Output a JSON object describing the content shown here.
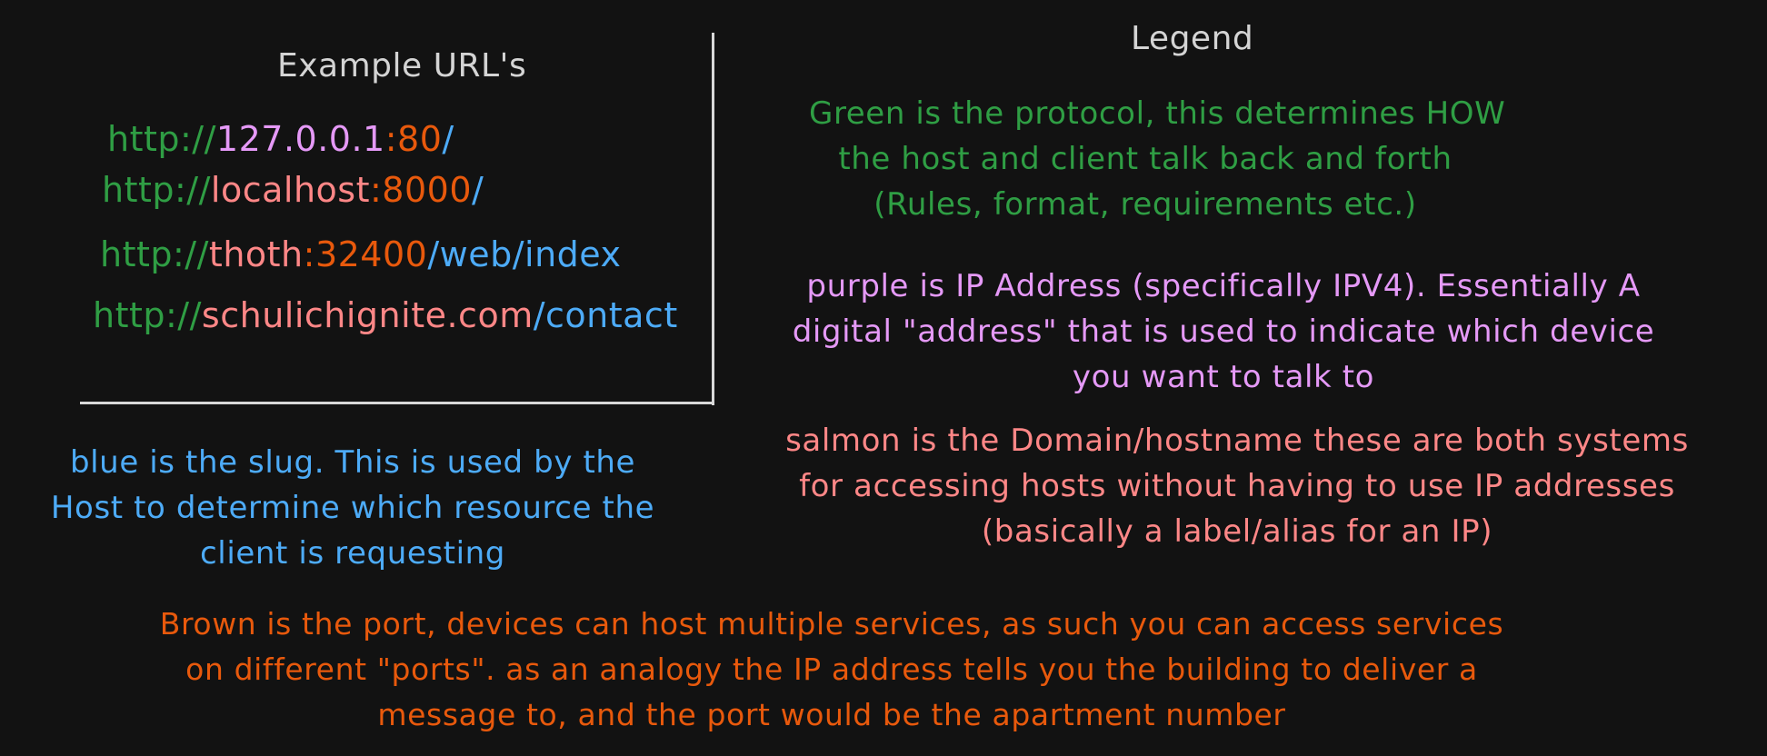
{
  "colors": {
    "background": "#121212",
    "frame": "#d8d8d8",
    "title": "#d4d4d4",
    "protocol": "#2f9e44",
    "ip": "#e599f7",
    "host": "#ff8787",
    "port": "#e8590c",
    "slug": "#4dabf7"
  },
  "urls_box": {
    "title": "Example URL's",
    "urls": [
      {
        "protocol": "http://",
        "host": "127.0.0.1",
        "host_kind": "ip",
        "port": ":80",
        "slug": "/"
      },
      {
        "protocol": "http://",
        "host": "localhost",
        "host_kind": "domain",
        "port": ":8000",
        "slug": "/"
      },
      {
        "protocol": "http://",
        "host": "thoth",
        "host_kind": "domain",
        "port": ":32400",
        "slug": "/web/index"
      },
      {
        "protocol": "http://",
        "host": "schulichignite.com",
        "host_kind": "domain",
        "port": "",
        "slug": "/contact"
      }
    ]
  },
  "legend": {
    "title": "Legend",
    "protocol_lines": [
      "Green is the protocol, this determines HOW",
      "the host and client talk back and forth",
      "(Rules, format, requirements etc.)"
    ],
    "ip_lines": [
      "purple is IP Address (specifically IPV4). Essentially A",
      "digital \"address\" that is used to indicate which device",
      "you want to talk to"
    ],
    "domain_lines": [
      "salmon is the Domain/hostname these are both systems",
      "for accessing hosts without having to use IP addresses",
      "(basically a label/alias for an IP)"
    ]
  },
  "slug_note": {
    "lines": [
      "blue is the slug. This is used by the",
      "Host to determine which resource the",
      "client is requesting"
    ]
  },
  "port_note": {
    "lines": [
      "Brown is the port, devices can host multiple services, as such you can access services",
      "on different \"ports\". as an analogy the IP address tells you the building to deliver a",
      "message to, and the port would be the apartment number"
    ]
  }
}
